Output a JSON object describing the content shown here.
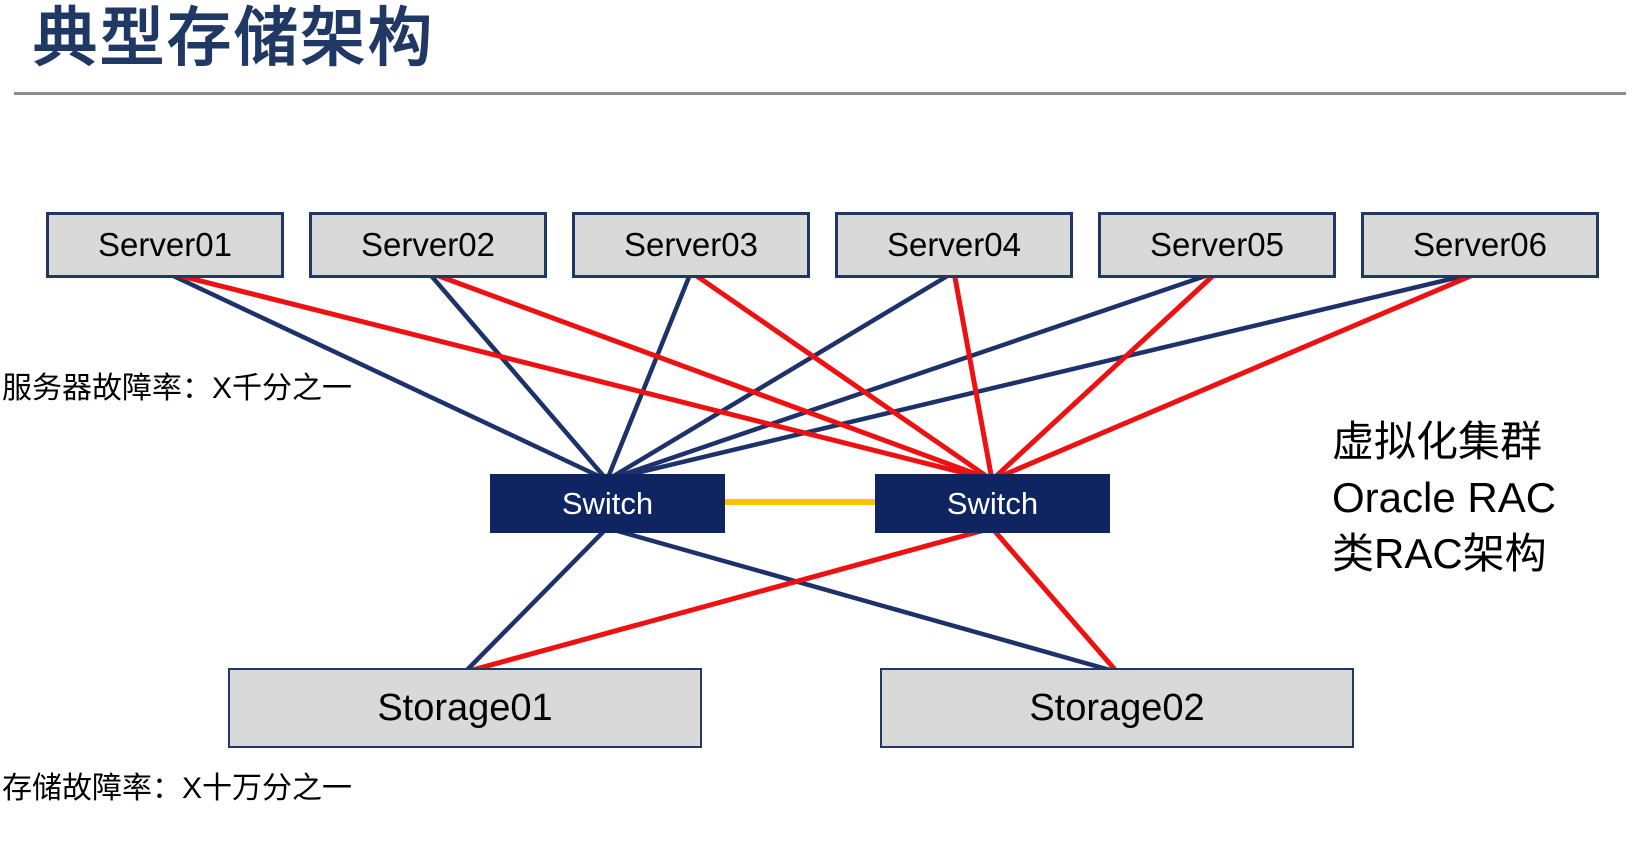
{
  "slide": {
    "title": "典型存储架构",
    "server_failure_note": "服务器故障率：X千分之一",
    "storage_failure_note": "存储故障率：X十万分之一",
    "right_note_lines": [
      "虚拟化集群",
      "Oracle RAC",
      "类RAC架构"
    ]
  },
  "diagram": {
    "servers": [
      {
        "id": "server01",
        "label": "Server01"
      },
      {
        "id": "server02",
        "label": "Server02"
      },
      {
        "id": "server03",
        "label": "Server03"
      },
      {
        "id": "server04",
        "label": "Server04"
      },
      {
        "id": "server05",
        "label": "Server05"
      },
      {
        "id": "server06",
        "label": "Server06"
      }
    ],
    "switches": [
      {
        "id": "switch1",
        "label": "Switch"
      },
      {
        "id": "switch2",
        "label": "Switch"
      }
    ],
    "storages": [
      {
        "id": "storage01",
        "label": "Storage01"
      },
      {
        "id": "storage02",
        "label": "Storage02"
      }
    ],
    "links": {
      "server_to_switch": [
        {
          "from": "server01",
          "to": "switch1",
          "color": "navy"
        },
        {
          "from": "server02",
          "to": "switch1",
          "color": "navy"
        },
        {
          "from": "server03",
          "to": "switch1",
          "color": "navy"
        },
        {
          "from": "server04",
          "to": "switch1",
          "color": "navy"
        },
        {
          "from": "server05",
          "to": "switch1",
          "color": "navy"
        },
        {
          "from": "server06",
          "to": "switch1",
          "color": "navy"
        },
        {
          "from": "server01",
          "to": "switch2",
          "color": "red"
        },
        {
          "from": "server02",
          "to": "switch2",
          "color": "red"
        },
        {
          "from": "server03",
          "to": "switch2",
          "color": "red"
        },
        {
          "from": "server04",
          "to": "switch2",
          "color": "red"
        },
        {
          "from": "server05",
          "to": "switch2",
          "color": "red"
        },
        {
          "from": "server06",
          "to": "switch2",
          "color": "red"
        }
      ],
      "switch_to_storage": [
        {
          "from": "switch1",
          "to": "storage01",
          "color": "navy"
        },
        {
          "from": "switch1",
          "to": "storage02",
          "color": "navy"
        },
        {
          "from": "switch2",
          "to": "storage01",
          "color": "red"
        },
        {
          "from": "switch2",
          "to": "storage02",
          "color": "red"
        }
      ],
      "switch_to_switch": [
        {
          "from": "switch1",
          "to": "switch2",
          "color": "yellow"
        }
      ]
    },
    "colors": {
      "navy_line": "#1D316B",
      "red_line": "#EE1111",
      "interswitch_yellow": "#FFC000",
      "box_border_navy": "#1F3864",
      "box_fill_gray": "#D9D9D9",
      "switch_fill_navy": "#0F2562",
      "title_navy": "#1F3864"
    }
  }
}
